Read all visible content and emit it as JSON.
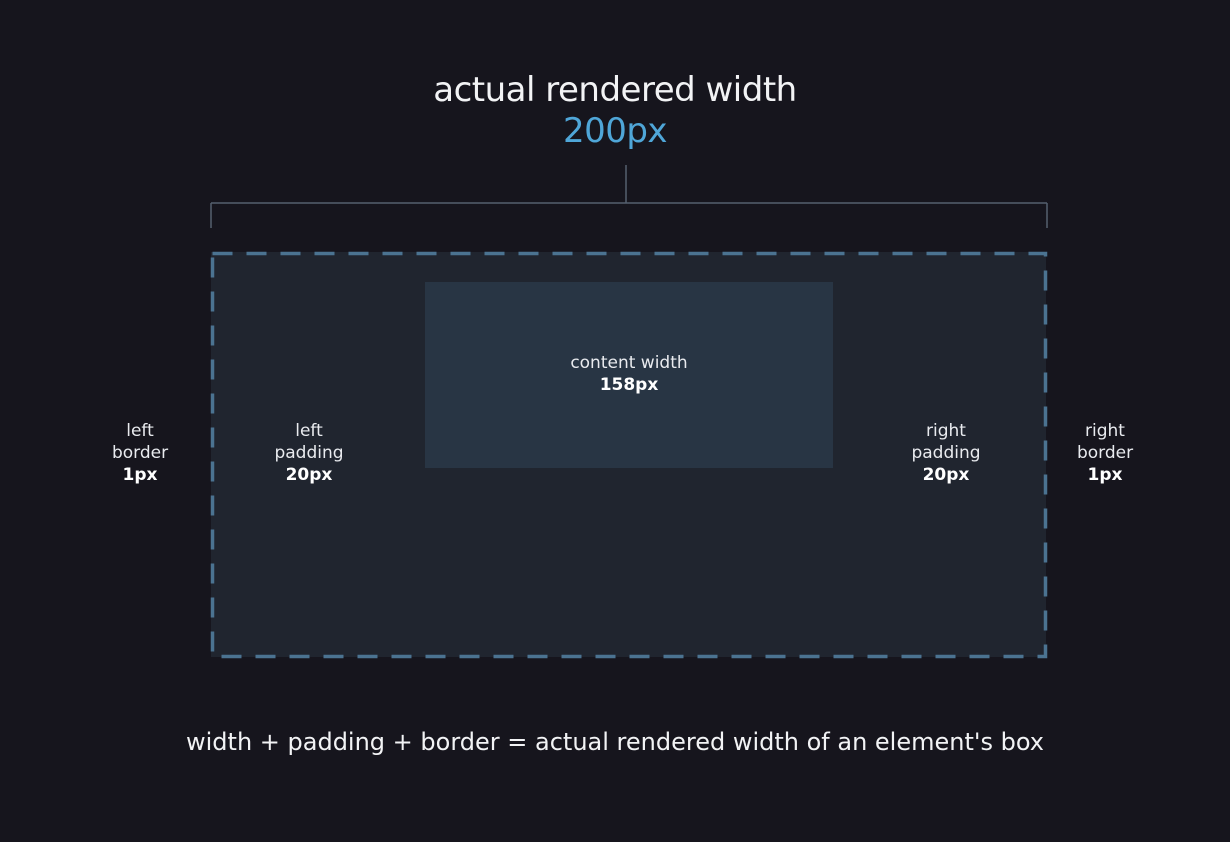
{
  "diagram": {
    "title": "actual rendered width",
    "title_value": "200px",
    "content": {
      "label": "content width",
      "value": "158px"
    },
    "left_border": {
      "line1": "left",
      "line2": "border",
      "value": "1px"
    },
    "left_padding": {
      "line1": "left",
      "line2": "padding",
      "value": "20px"
    },
    "right_padding": {
      "line1": "right",
      "line2": "padding",
      "value": "20px"
    },
    "right_border": {
      "line1": "right",
      "line2": "border",
      "value": "1px"
    },
    "formula": "width + padding + border = actual rendered width of an element's box"
  },
  "colors": {
    "background": "#16151d",
    "outer_box": "#20252f",
    "content_box": "#283544",
    "dashed_border": "#4b7391",
    "accent_value": "#4fa6d8",
    "bracket_line": "#55606f"
  }
}
